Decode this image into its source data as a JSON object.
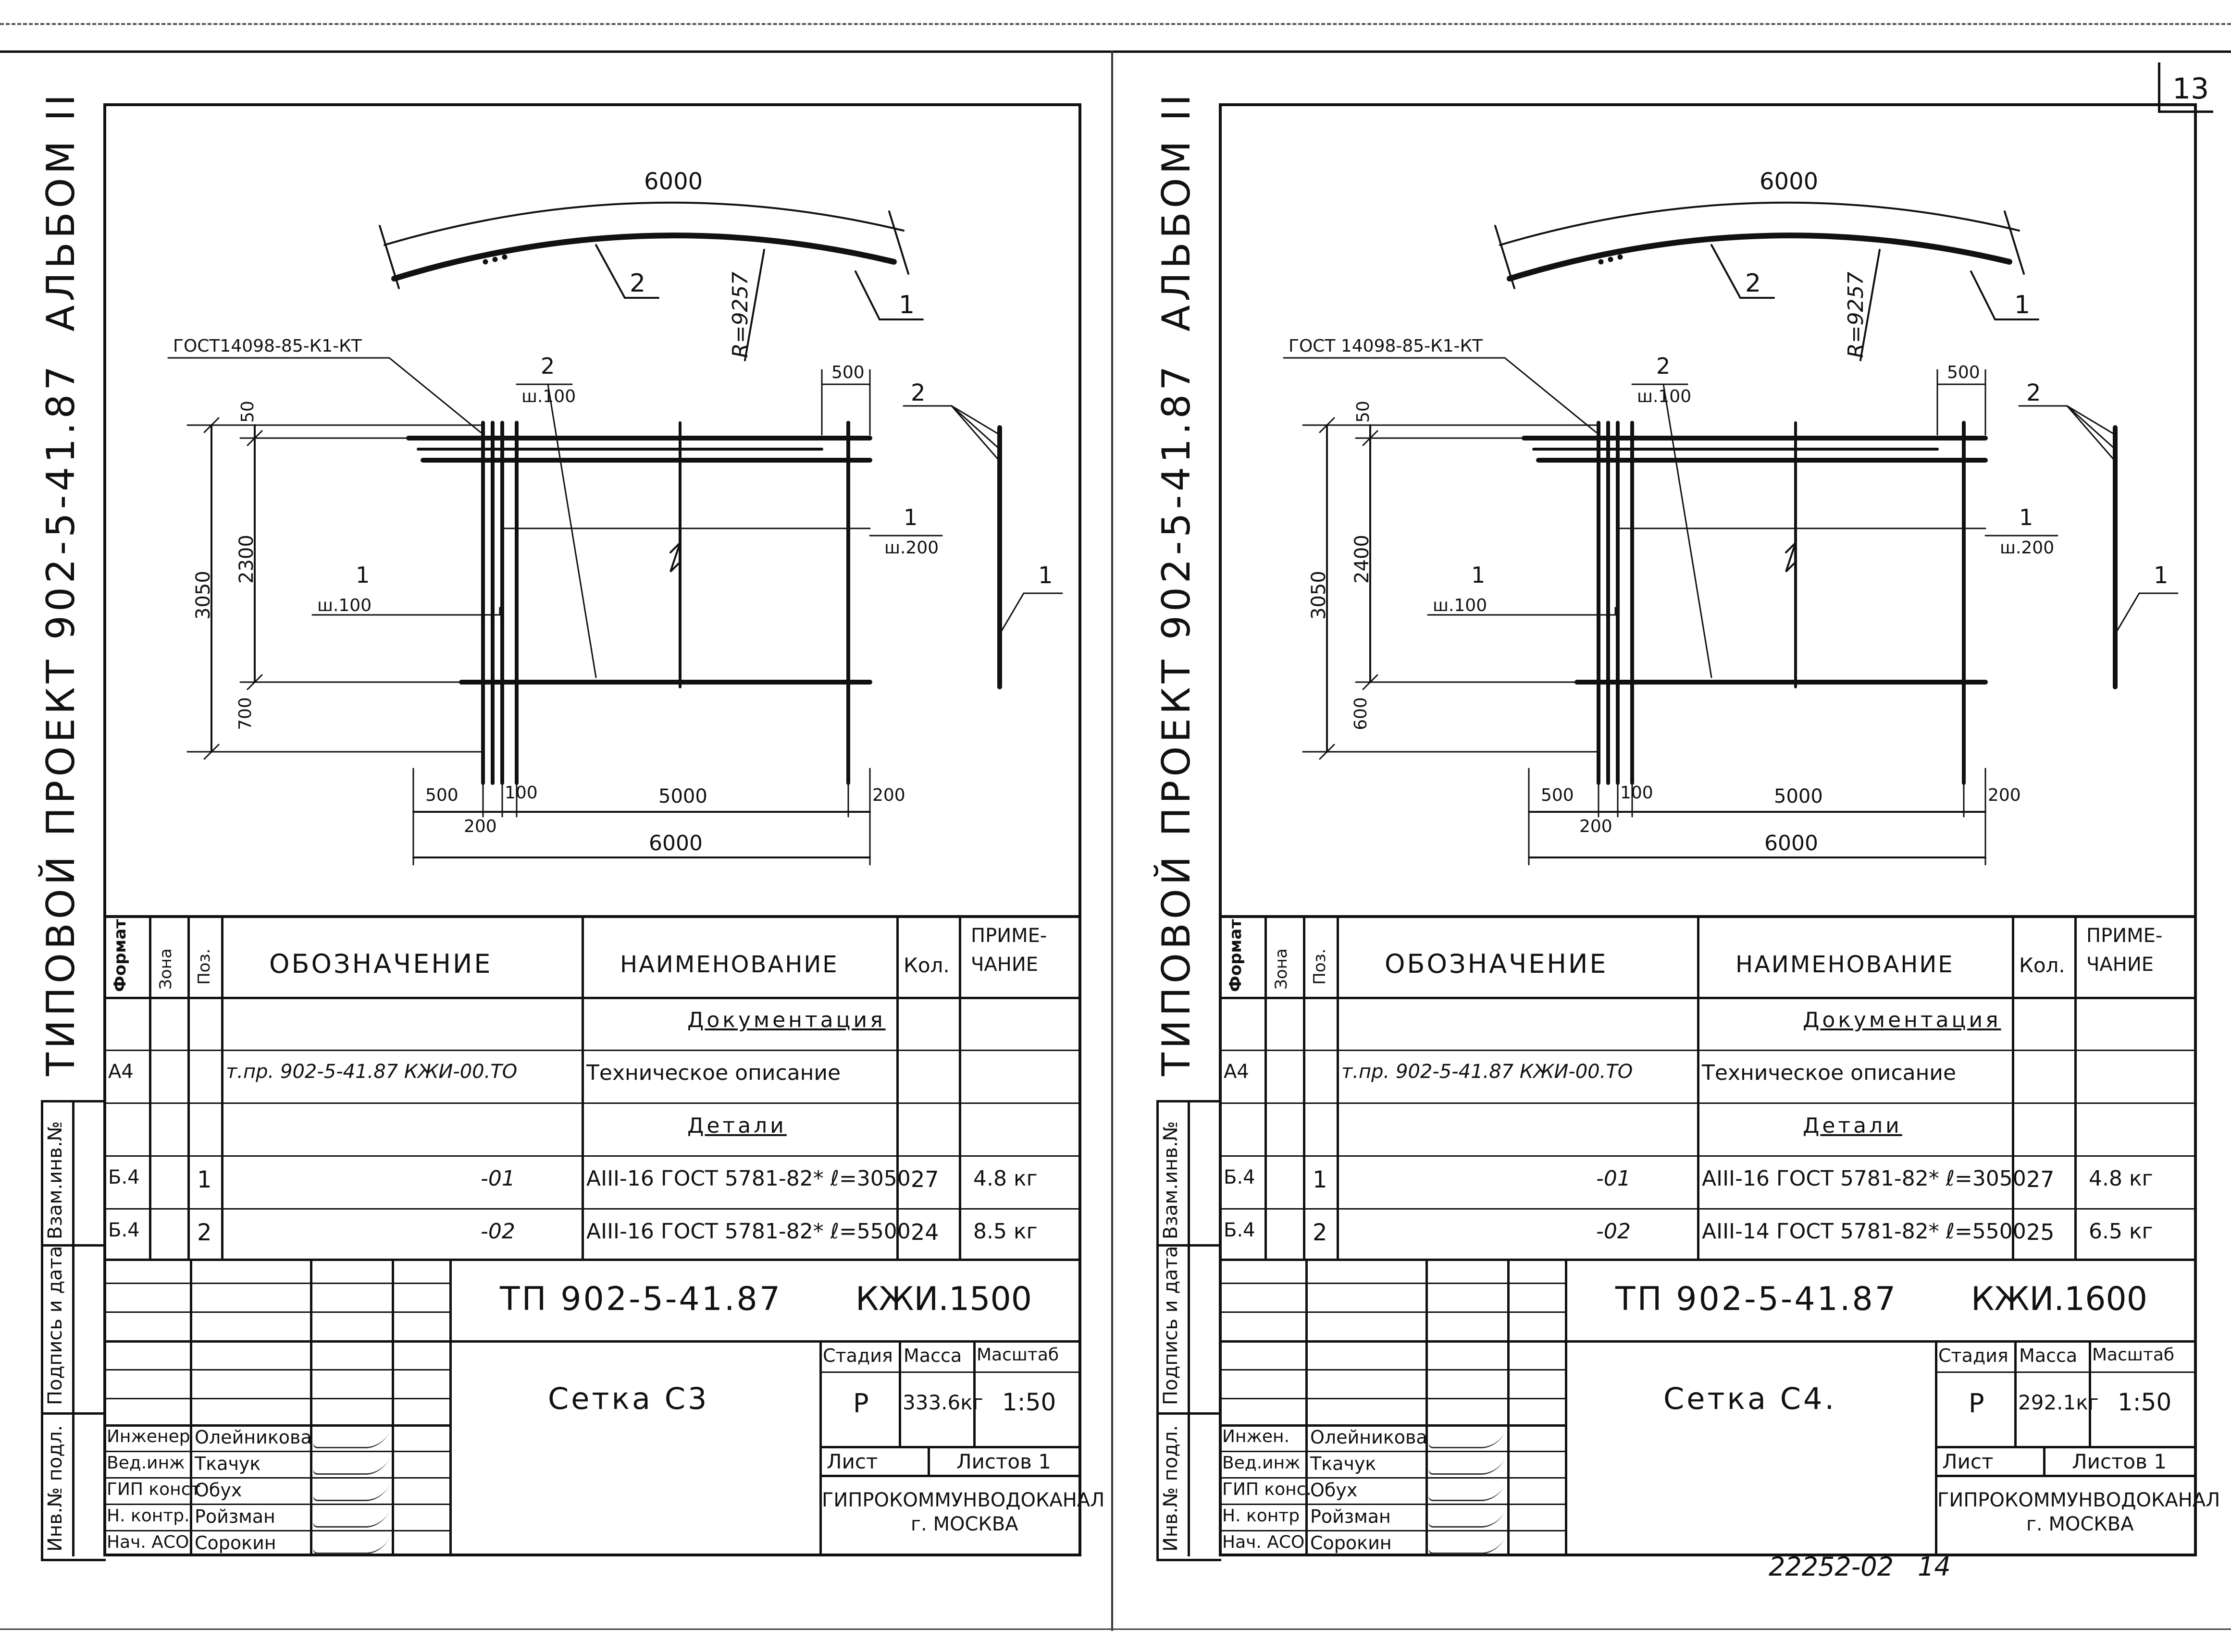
{
  "page_number": "13",
  "sheet_code": "22252-02",
  "sheet_code_suffix": "14",
  "album": "АЛЬБОМ  II",
  "project": "ТИПОВОЙ   ПРОЕКТ  902-5-41.87",
  "side_stamp": {
    "vzam": "Взам.инв.№",
    "podpis": "Подпись и дата",
    "inv": "Инв.№ подл."
  },
  "header": {
    "format": "Формат",
    "zona": "Зона",
    "poz": "Поз.",
    "oboznachenie": "ОБОЗНАЧЕНИЕ",
    "naimenovanie": "НАИМЕНОВАНИЕ",
    "kol": "Кол.",
    "primechanie_1": "ПРИМЕ-",
    "primechanie_2": "ЧАНИЕ"
  },
  "sheets": [
    {
      "drawing": {
        "arc_length": "6000",
        "radius": "R=9257",
        "arc_ref_1": "1",
        "arc_ref_2": "2",
        "gost_note": "ГОСТ14098-85-К1-КТ",
        "top_label_pos": "2",
        "top_label_step": "ш.100",
        "dim_500_top": "500",
        "right_label_pos": "1",
        "right_label_step": "ш.200",
        "left_label_pos": "1",
        "left_label_step": "ш.100",
        "dim_50": "50",
        "dim_total_height": "3050",
        "dim_inner_height": "2300",
        "dim_bottom": "700",
        "dim_500": "500",
        "dim_100": "100",
        "dim_200": "200",
        "dim_5000": "5000",
        "dim_200_right": "200",
        "dim_6000": "6000",
        "section_ref_2": "2",
        "section_ref_1": "1"
      },
      "rows": [
        {
          "format": "",
          "zona": "",
          "poz": "",
          "oboz": "",
          "naim": "Документация",
          "kol": "",
          "prim": ""
        },
        {
          "format": "А4",
          "zona": "",
          "poz": "",
          "oboz": "т.пр. 902-5-41.87    КЖИ-00.ТО",
          "naim": "Техническое описание",
          "kol": "",
          "prim": ""
        },
        {
          "format": "",
          "zona": "",
          "poz": "",
          "oboz": "",
          "naim": "Детали",
          "kol": "",
          "prim": ""
        },
        {
          "format": "Б.4",
          "zona": "",
          "poz": "1",
          "oboz": "-01",
          "naim": "АIII-16 ГОСТ 5781-82* ℓ=3050",
          "kol": "27",
          "prim": "4.8 кг"
        },
        {
          "format": "Б.4",
          "zona": "",
          "poz": "2",
          "oboz": "-02",
          "naim": "АIII-16 ГОСТ 5781-82* ℓ=5500",
          "kol": "24",
          "prim": "8.5 кг"
        }
      ],
      "stamp": {
        "code_left": "ТП 902-5-41.87",
        "code_right": "КЖИ.1500",
        "title": "Сетка С3",
        "stadia_label": "Стадия",
        "massa_label": "Масса",
        "masshtab_label": "Масштаб",
        "stadia": "Р",
        "massa": "333.6кг",
        "masshtab": "1:50",
        "list_label": "Лист",
        "listov_label": "Листов 1",
        "org_1": "ГИПРОКОММУНВОДОКАНАЛ",
        "org_2": "г. МОСКВА",
        "people": [
          {
            "role": "Инженер",
            "name": "Олейникова"
          },
          {
            "role": "Вед.инж",
            "name": "Ткачук"
          },
          {
            "role": "ГИП конст",
            "name": "Обух"
          },
          {
            "role": "Н. контр.",
            "name": "Ройзман"
          },
          {
            "role": "Нач. АСО",
            "name": "Сорокин"
          }
        ]
      }
    },
    {
      "drawing": {
        "arc_length": "6000",
        "radius": "R=9257",
        "arc_ref_1": "1",
        "arc_ref_2": "2",
        "gost_note": "ГОСТ 14098-85-К1-КТ",
        "top_label_pos": "2",
        "top_label_step": "ш.100",
        "dim_500_top": "500",
        "right_label_pos": "1",
        "right_label_step": "ш.200",
        "left_label_pos": "1",
        "left_label_step": "ш.100",
        "dim_50": "50",
        "dim_total_height": "3050",
        "dim_inner_height": "2400",
        "dim_bottom": "600",
        "dim_500": "500",
        "dim_100": "100",
        "dim_200": "200",
        "dim_5000": "5000",
        "dim_200_right": "200",
        "dim_6000": "6000",
        "section_ref_2": "2",
        "section_ref_1": "1"
      },
      "rows": [
        {
          "format": "",
          "zona": "",
          "poz": "",
          "oboz": "",
          "naim": "Документация",
          "kol": "",
          "prim": ""
        },
        {
          "format": "А4",
          "zona": "",
          "poz": "",
          "oboz": "т.пр. 902-5-41.87   КЖИ-00.ТО",
          "naim": "Техническое описание",
          "kol": "",
          "prim": ""
        },
        {
          "format": "",
          "zona": "",
          "poz": "",
          "oboz": "",
          "naim": "Детали",
          "kol": "",
          "prim": ""
        },
        {
          "format": "Б.4",
          "zona": "",
          "poz": "1",
          "oboz": "-01",
          "naim": "АIII-16 ГОСТ 5781-82* ℓ=3050",
          "kol": "27",
          "prim": "4.8 кг"
        },
        {
          "format": "Б.4",
          "zona": "",
          "poz": "2",
          "oboz": "-02",
          "naim": "АIII-14 ГОСТ 5781-82* ℓ=5500",
          "kol": "25",
          "prim": "6.5 кг"
        }
      ],
      "stamp": {
        "code_left": "ТП 902-5-41.87",
        "code_right": "КЖИ.1600",
        "title": "Сетка С4.",
        "stadia_label": "Стадия",
        "massa_label": "Масса",
        "masshtab_label": "Масштаб",
        "stadia": "Р",
        "massa": "292.1кг",
        "masshtab": "1:50",
        "list_label": "Лист",
        "listov_label": "Листов 1",
        "org_1": "ГИПРОКОММУНВОДОКАНАЛ",
        "org_2": "г. МОСКВА",
        "people": [
          {
            "role": "Инжен.",
            "name": "Олейникова"
          },
          {
            "role": "Вед.инж",
            "name": "Ткачук"
          },
          {
            "role": "ГИП конс.",
            "name": "Обух"
          },
          {
            "role": "Н. контр",
            "name": "Ройзман"
          },
          {
            "role": "Нач. АСО",
            "name": "Сорокин"
          }
        ]
      }
    }
  ]
}
